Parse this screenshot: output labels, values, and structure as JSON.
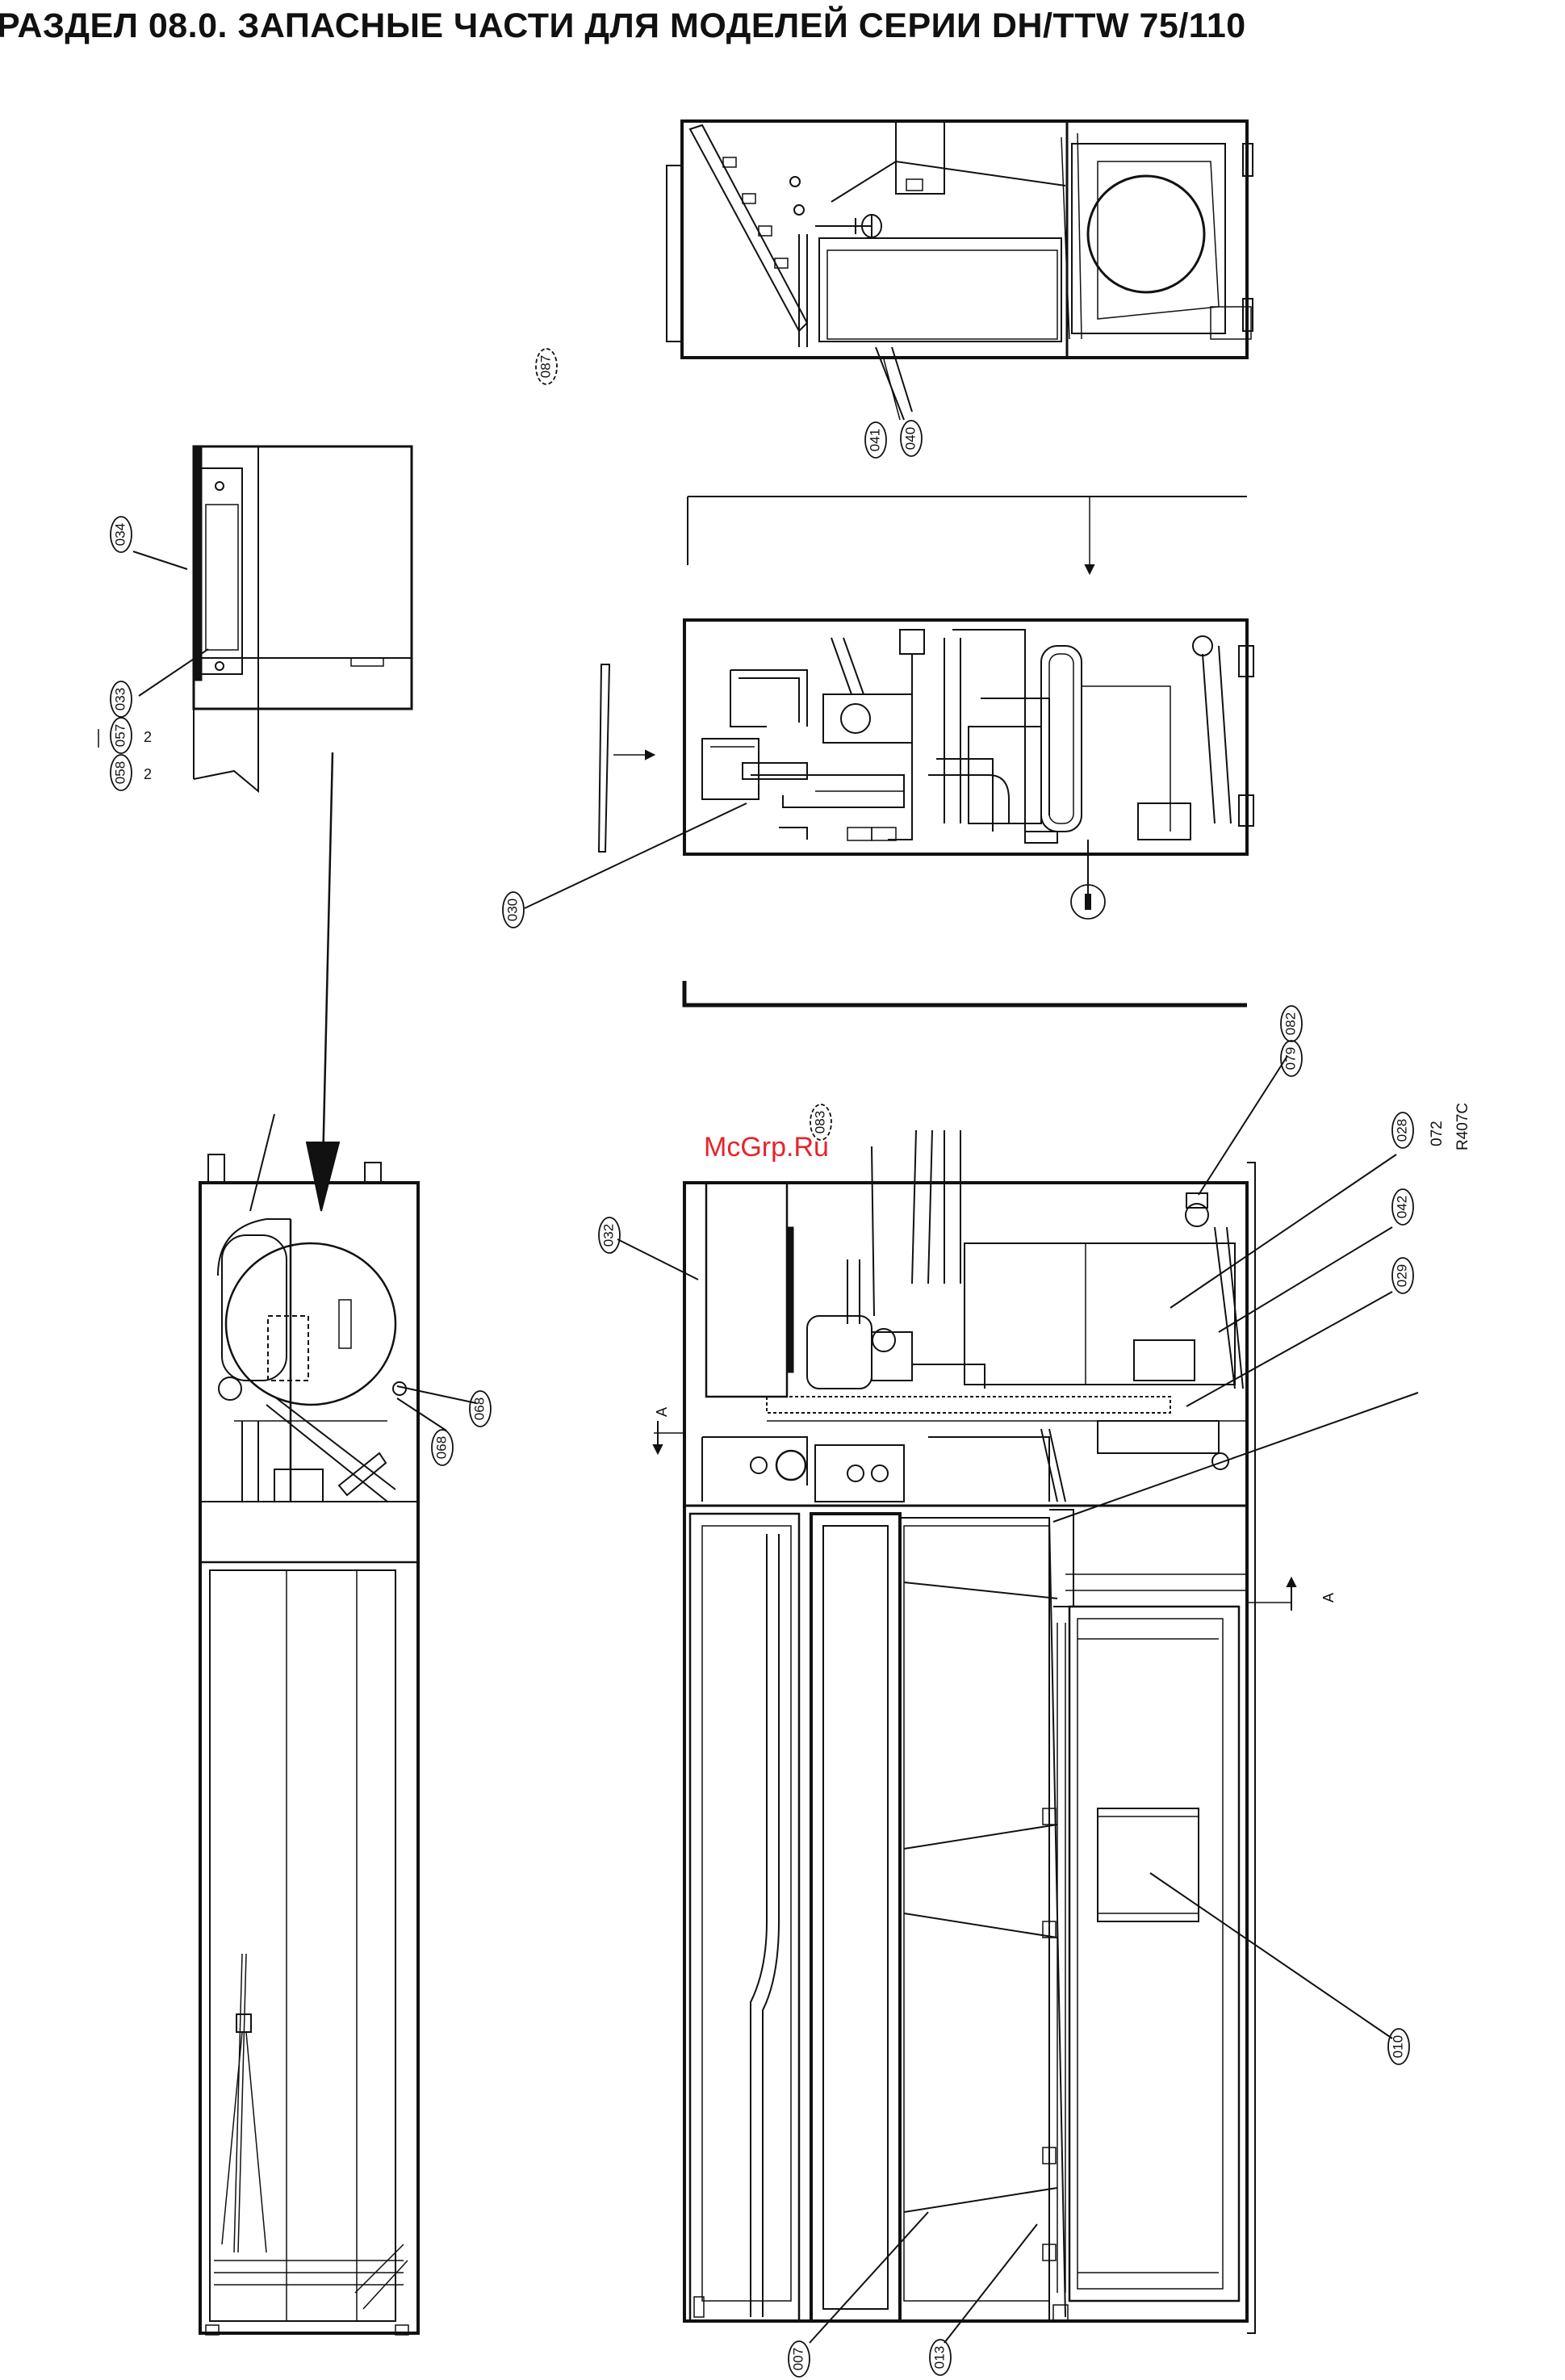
{
  "title": "РАЗДЕЛ 08.0. ЗАПАСНЫЕ ЧАСТИ ДЛЯ МОДЕЛЕЙ СЕРИИ DH/TTW 75/110",
  "watermark": "McGrp.Ru",
  "refrigerant": "R407C",
  "section_marks": {
    "left": "A",
    "right": "A"
  },
  "callouts": [
    {
      "id": "c087",
      "label": "087",
      "dashed": true
    },
    {
      "id": "c041",
      "label": "041",
      "dashed": false
    },
    {
      "id": "c040",
      "label": "040",
      "dashed": false
    },
    {
      "id": "c034",
      "label": "034",
      "dashed": false
    },
    {
      "id": "c033",
      "label": "033",
      "dashed": false
    },
    {
      "id": "c057",
      "label": "057",
      "dashed": false
    },
    {
      "id": "c058",
      "label": "058",
      "dashed": false
    },
    {
      "id": "c030",
      "label": "030",
      "dashed": false
    },
    {
      "id": "c082",
      "label": "082",
      "dashed": false
    },
    {
      "id": "c079",
      "label": "079",
      "dashed": false
    },
    {
      "id": "c083",
      "label": "083",
      "dashed": true
    },
    {
      "id": "c028",
      "label": "028",
      "dashed": false
    },
    {
      "id": "c072",
      "label": "072",
      "dashed": false
    },
    {
      "id": "c042",
      "label": "042",
      "dashed": false
    },
    {
      "id": "c029",
      "label": "029",
      "dashed": false
    },
    {
      "id": "c032",
      "label": "032",
      "dashed": false
    },
    {
      "id": "c068a",
      "label": "068",
      "dashed": false
    },
    {
      "id": "c068b",
      "label": "068",
      "dashed": false
    },
    {
      "id": "c010",
      "label": "010",
      "dashed": false
    },
    {
      "id": "c007",
      "label": "007",
      "dashed": false
    },
    {
      "id": "c013",
      "label": "013",
      "dashed": false
    }
  ],
  "quantities": {
    "q057": "2",
    "q058": "2"
  }
}
